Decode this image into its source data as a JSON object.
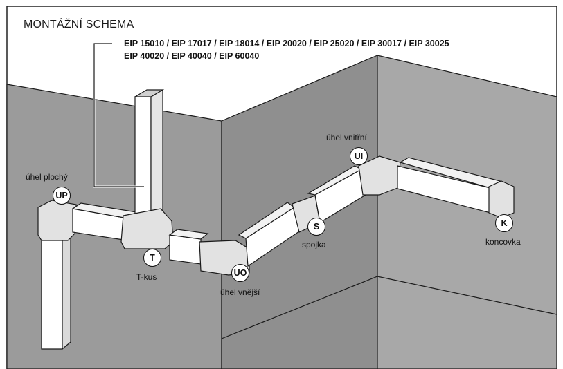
{
  "title": "MONTÁŽNÍ SCHEMA",
  "models": {
    "line1": "EIP 15010 / EIP 17017 / EIP 18014 / EIP 20020 / EIP 25020 / EIP 30017 / EIP 30025",
    "line2": "EIP 40020 / EIP 40040 / EIP 60040"
  },
  "parts": {
    "up": {
      "code": "UP",
      "label": "úhel plochý"
    },
    "t": {
      "code": "T",
      "label": "T-kus"
    },
    "uo": {
      "code": "UO",
      "label": "úhel vnější"
    },
    "s": {
      "code": "S",
      "label": "spojka"
    },
    "ui": {
      "code": "UI",
      "label": "úhel vnitřní"
    },
    "k": {
      "code": "K",
      "label": "koncovka"
    }
  },
  "colors": {
    "wall": "#9b9b9b",
    "wall_far": "#a5a5a5",
    "duct": "#ffffff",
    "fitting": "#e2e2e2",
    "outline": "#1a1a1a"
  }
}
